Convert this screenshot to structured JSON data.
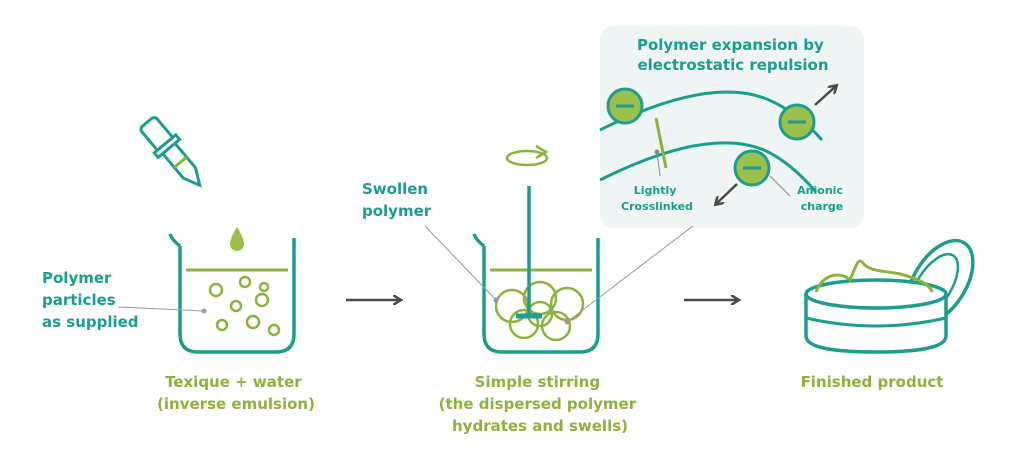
{
  "colors": {
    "teal": "#1a9e8f",
    "lime": "#8db33a",
    "lime_fill": "#9cc04a",
    "panel_bg": "#eef5f4",
    "arrow_gray": "#4a4a4a",
    "leader_gray": "#999999"
  },
  "icons": [
    "dropper-icon",
    "beaker-icon",
    "stirrer-icon",
    "rotation-icon",
    "jar-icon",
    "anionic-charge-icon",
    "right-arrow-icon"
  ],
  "labels": {
    "particles": [
      "Polymer",
      "particles",
      "as supplied"
    ],
    "swollen": [
      "Swollen",
      "polymer"
    ],
    "step1": [
      "Texique + water",
      "(inverse emulsion)"
    ],
    "step2": [
      "Simple stirring",
      "(the dispersed polymer",
      "hydrates and swells)"
    ],
    "step3": [
      "Finished product"
    ]
  },
  "inset": {
    "title": [
      "Polymer expansion by",
      "electrostatic repulsion"
    ],
    "crosslinked": [
      "Lightly",
      "Crosslinked"
    ],
    "anionic": [
      "Anionic",
      "charge"
    ]
  }
}
